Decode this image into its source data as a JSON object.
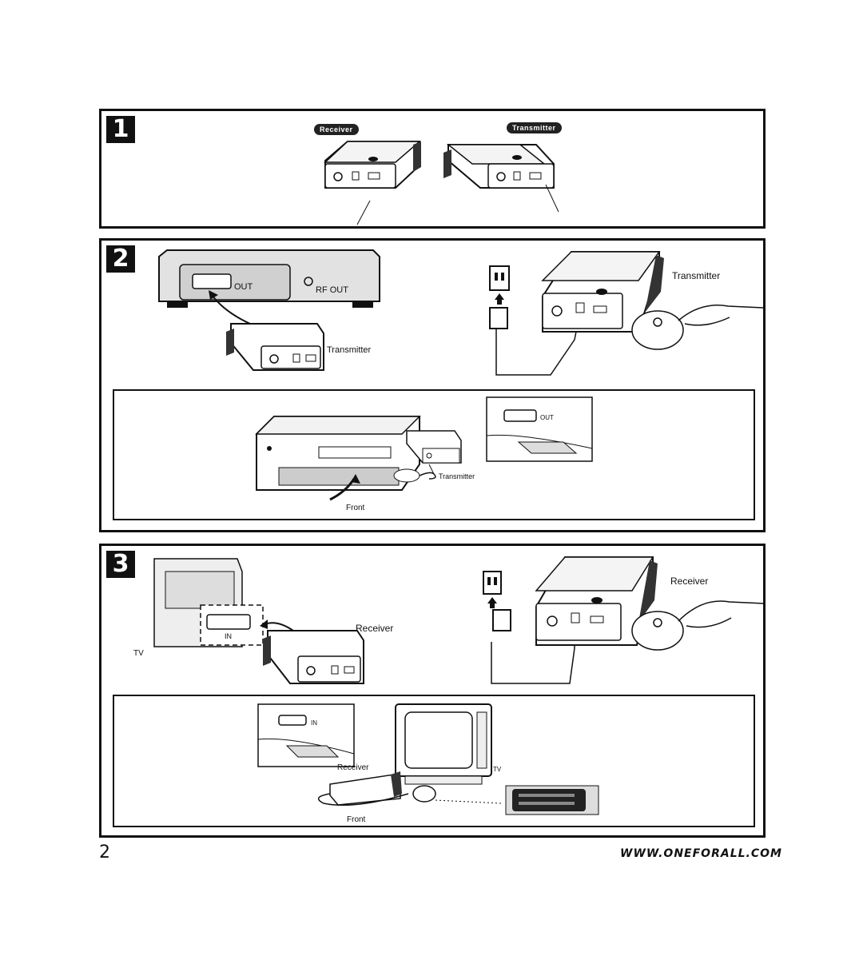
{
  "steps": {
    "s1": {
      "number": "1",
      "receiver_label": "Receiver",
      "transmitter_label": "Transmitter"
    },
    "s2": {
      "number": "2",
      "out_label": "OUT",
      "rf_out_label": "RF OUT",
      "transmitter_label_a": "Transmitter",
      "transmitter_label_b": "Transmitter",
      "inset_out_label": "OUT",
      "transmitter_label_c": "Transmitter",
      "front_label": "Front"
    },
    "s3": {
      "number": "3",
      "in_label": "IN",
      "tv_label": "TV",
      "receiver_label_a": "Receiver",
      "receiver_label_b": "Receiver",
      "inset_in_label": "IN",
      "receiver_label_c": "Receiver",
      "tv_label_b": "TV",
      "front_label": "Front"
    }
  },
  "footer": {
    "page_number": "2",
    "url": "WWW.ONEFORALL.COM"
  }
}
